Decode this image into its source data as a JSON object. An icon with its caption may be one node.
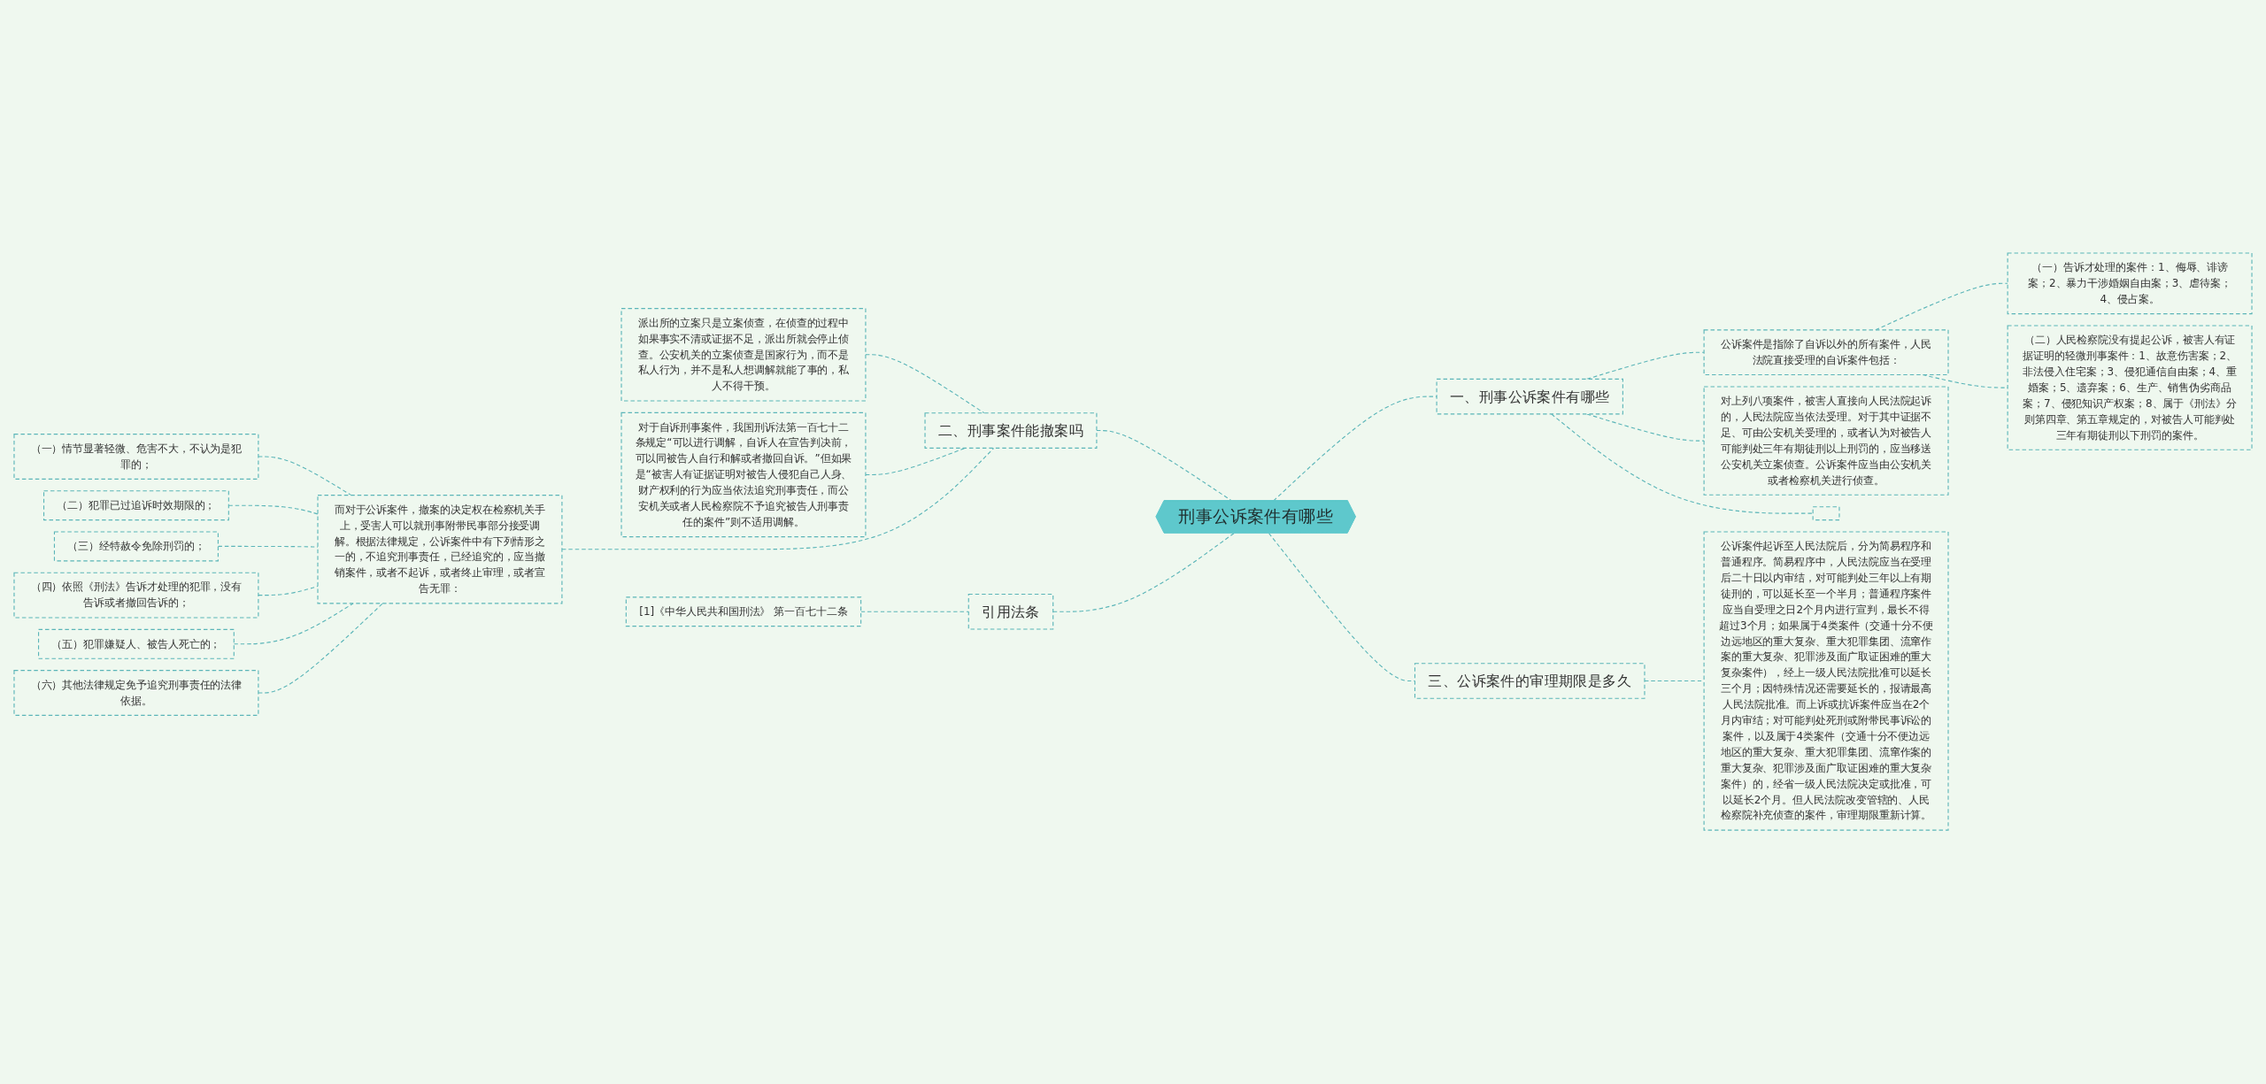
{
  "diagram": {
    "nodes": [
      {
        "text": [
          "刑事公诉案件有哪些"
        ]
      },
      {
        "text": [
          "一、刑事公诉案件有哪些"
        ]
      },
      {
        "text": [
          "公诉案件是指除了自诉以外的所有案件，人民法院直接受理的自诉案件包括："
        ]
      },
      {
        "text": [
          "（一）告诉才处理的案件：1、侮辱、诽谤案；2、暴力干涉婚姻自由案；3、虐待案；4、侵占案。"
        ]
      },
      {
        "text": [
          "（二）人民检察院没有提起公诉，被害人有证据证明的轻微刑事案件：1、故意伤害案；2、非法侵入住宅案；3、侵犯通信自由案；4、重婚案；5、遗弃案；6、生产、销售伪劣商品案；7、侵犯知识产权案；8、属于《刑法》分则第四章、第五章规定的，对被告人可能判处三年有期徒刑以下刑罚的案件。"
        ]
      },
      {
        "text": [
          "对上列八项案件，被害人直接向人民法院起诉的，人民法院应当依法受理。对于其中证据不足、可由公安机关受理的，或者认为对被告人可能判处三年有期徒刑以上刑罚的，应当移送公安机关立案侦查。公诉案件应当由公安机关或者检察机关进行侦查。"
        ]
      },
      {
        "text": [],
        "shape": "box"
      },
      {
        "text": [
          "三、公诉案件的审理期限是多久"
        ]
      },
      {
        "text": [
          "公诉案件起诉至人民法院后，分为简易程序和普通程序。简易程序中，人民法院应当在受理后二十日以内审结，对可能判处三年以上有期徒刑的，可以延长至一个半月；普通程序案件应当自受理之日2个月内进行宣判，最长不得超过3个月；如果属于4类案件（交通十分不便边远地区的重大复杂、重大犯罪集团、流窜作案的重大复杂、犯罪涉及面广取证困难的重大复杂案件），经上一级人民法院批准可以延长三个月；因特殊情况还需要延长的，报请最高人民法院批准。而上诉或抗诉案件应当在2个月内审结；对可能判处死刑或附带民事诉讼的案件，以及属于4类案件（交通十分不便边远地区的重大复杂、重大犯罪集团、流窜作案的重大复杂、犯罪涉及面广取证困难的重大复杂案件）的，经省一级人民法院决定或批准，可以延长2个月。但人民法院改变管辖的、人民检察院补充侦查的案件，审理期限重新计算。"
        ]
      },
      {
        "text": [
          "二、刑事案件能撤案吗"
        ]
      },
      {
        "text": [
          "派出所的立案只是立案侦查，在侦查的过程中如果事实不清或证据不足，派出所就会停止侦查。公安机关的立案侦查是国家行为，而不是私人行为，并不是私人想调解就能了事的，私人不得干预。"
        ]
      },
      {
        "text": [
          "对于自诉刑事案件，我国刑诉法第一百七十二条规定“可以进行调解，自诉人在宣告判决前，可以同被告人自行和解或者撤回自诉。”但如果是“被害人有证据证明对被告人侵犯自己人身、财产权利的行为应当依法追究刑事责任，而公安机关或者人民检察院不予追究被告人刑事责任的案件”则不适用调解。"
        ]
      },
      {
        "text": [
          "而对于公诉案件，撤案的决定权在检察机关手上，受害人可以就刑事附带民事部分接受调解。根据法律规定，公诉案件中有下列情形之一的，不追究刑事责任，已经追究的，应当撤销案件，或者不起诉，或者终止审理，或者宣告无罪："
        ]
      },
      {
        "text": [
          "（一）情节显著轻微、危害不大，不认为是犯罪的；"
        ]
      },
      {
        "text": [
          "（二）犯罪已过追诉时效期限的；"
        ]
      },
      {
        "text": [
          "（三）经特赦令免除刑罚的；"
        ]
      },
      {
        "text": [
          "（四）依照《刑法》告诉才处理的犯罪，没有告诉或者撤回告诉的；"
        ]
      },
      {
        "text": [
          "（五）犯罪嫌疑人、被告人死亡的；"
        ]
      },
      {
        "text": [
          "（六）其他法律规定免予追究刑事责任的法律依据。"
        ]
      },
      {
        "text": [
          "引用法条"
        ]
      },
      {
        "text": [
          "[1]《中华人民共和国刑法》 第一百七十二条"
        ]
      }
    ],
    "edges": [
      {
        "from": 0,
        "to": 1,
        "arrow": "none"
      },
      {
        "from": 1,
        "to": 2,
        "arrow": "none"
      },
      {
        "from": 2,
        "to": 3,
        "arrow": "none"
      },
      {
        "from": 2,
        "to": 4,
        "arrow": "none"
      },
      {
        "from": 1,
        "to": 5,
        "arrow": "none"
      },
      {
        "from": 1,
        "to": 6,
        "arrow": "none"
      },
      {
        "from": 0,
        "to": 7,
        "arrow": "none"
      },
      {
        "from": 7,
        "to": 8,
        "arrow": "none"
      },
      {
        "from": 9,
        "to": 0,
        "arrow": "none"
      },
      {
        "from": 10,
        "to": 9,
        "arrow": "none"
      },
      {
        "from": 11,
        "to": 9,
        "arrow": "none"
      },
      {
        "from": 12,
        "to": 9,
        "arrow": "none"
      },
      {
        "from": 13,
        "to": 12,
        "arrow": "none"
      },
      {
        "from": 14,
        "to": 12,
        "arrow": "none"
      },
      {
        "from": 15,
        "to": 12,
        "arrow": "none"
      },
      {
        "from": 16,
        "to": 12,
        "arrow": "none"
      },
      {
        "from": 17,
        "to": 12,
        "arrow": "none"
      },
      {
        "from": 18,
        "to": 12,
        "arrow": "none"
      },
      {
        "from": 19,
        "to": 0,
        "arrow": "none"
      },
      {
        "from": 20,
        "to": 19,
        "arrow": "none"
      }
    ]
  }
}
